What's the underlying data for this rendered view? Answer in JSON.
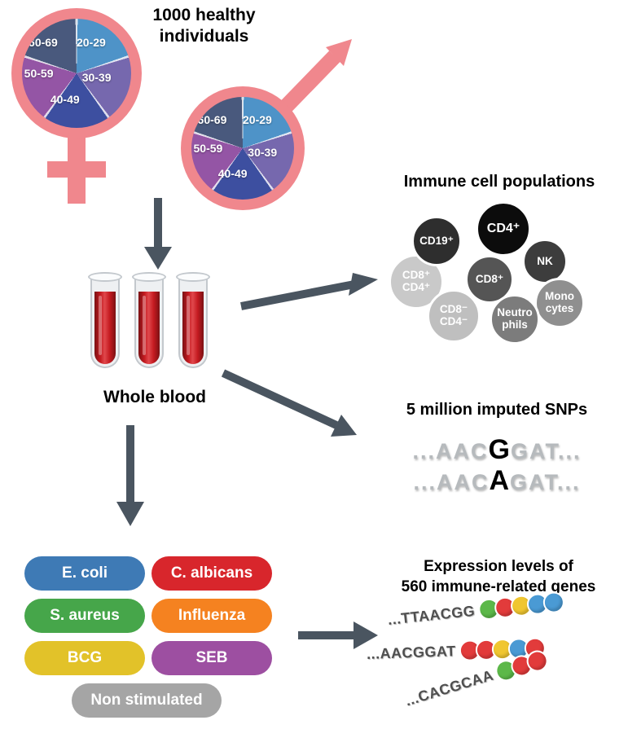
{
  "header": {
    "title": "1000 healthy\nindividuals"
  },
  "demographics": {
    "symbol_color": "#f0878d",
    "age_groups": [
      {
        "label": "20-29",
        "color": "#4e93c8"
      },
      {
        "label": "30-39",
        "color": "#7668ae"
      },
      {
        "label": "40-49",
        "color": "#3d4fa0"
      },
      {
        "label": "50-59",
        "color": "#9455a5"
      },
      {
        "label": "60-69",
        "color": "#49597d"
      }
    ]
  },
  "blood": {
    "label": "Whole blood",
    "tube_count": 3
  },
  "immune_cells": {
    "title": "Immune cell populations",
    "cells": [
      {
        "label": "CD19⁺",
        "color": "#2e2e2e"
      },
      {
        "label": "CD4⁺",
        "color": "#0c0c0c"
      },
      {
        "label": "NK",
        "color": "#3d3d3d"
      },
      {
        "label": "CD8⁺",
        "color": "#555555"
      },
      {
        "label": "CD8⁺\nCD4⁺",
        "color": "#c9c9c9"
      },
      {
        "label": "Mono\ncytes",
        "color": "#8f8f8f"
      },
      {
        "label": "CD8⁻\nCD4⁻",
        "color": "#bfbfbf"
      },
      {
        "label": "Neutro\nphils",
        "color": "#7c7c7c"
      }
    ]
  },
  "snps": {
    "title": "5 million imputed SNPs",
    "sequences": [
      {
        "prefix": "...AAC",
        "variant": "G",
        "suffix": "GAT..."
      },
      {
        "prefix": "...AAC",
        "variant": "A",
        "suffix": "GAT..."
      }
    ]
  },
  "stimulations": {
    "items": [
      {
        "label": "E. coli",
        "color": "#3e7ab5"
      },
      {
        "label": "C. albicans",
        "color": "#d8262c"
      },
      {
        "label": "S. aureus",
        "color": "#46a64a"
      },
      {
        "label": "Influenza",
        "color": "#f58220"
      },
      {
        "label": "BCG",
        "color": "#e2c229"
      },
      {
        "label": "SEB",
        "color": "#9d4fa1"
      },
      {
        "label": "Non stimulated",
        "color": "#a5a5a5"
      }
    ]
  },
  "expression": {
    "title": "Expression levels of\n560 immune-related genes",
    "reads": [
      {
        "sequence": "...TTAACGG",
        "beads": [
          "#5cb849",
          "#e23b3b",
          "#f0c630",
          "#4a9ad4",
          "#4a9ad4"
        ]
      },
      {
        "sequence": "...AACGGAT",
        "beads": [
          "#e23b3b",
          "#e23b3b",
          "#f0c630",
          "#4a9ad4",
          "#e23b3b"
        ]
      },
      {
        "sequence": "...CACGCAA",
        "beads": [
          "#5cb849",
          "#e23b3b",
          "#e23b3b"
        ]
      }
    ]
  },
  "arrow_color": "#4a5560"
}
